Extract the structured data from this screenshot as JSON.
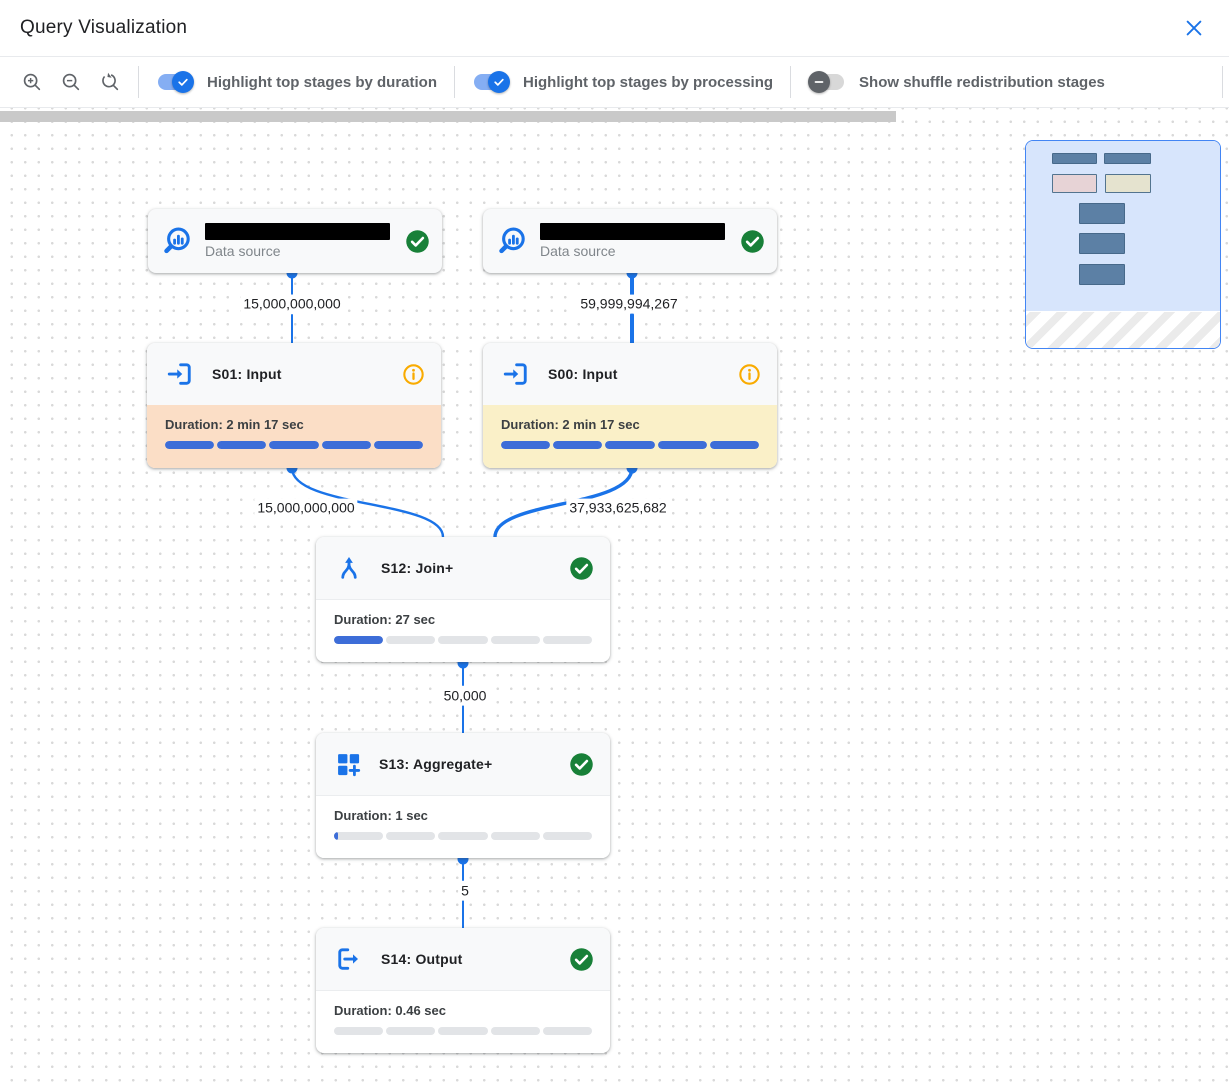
{
  "header": {
    "title": "Query Visualization"
  },
  "toolbar": {
    "zoom_in": "zoom in",
    "zoom_out": "zoom out",
    "zoom_reset": "reset zoom",
    "toggles": [
      {
        "label": "Highlight top stages by duration",
        "state": "on"
      },
      {
        "label": "Highlight top stages by processing",
        "state": "on"
      },
      {
        "label": "Show shuffle redistribution stages",
        "state": "off"
      }
    ]
  },
  "colors": {
    "accent": "#1a73e8",
    "success": "#188038",
    "info_warning": "#f9ab00",
    "progress_fill": "#3d6dd8",
    "duration_highlight": "#fbdec6",
    "processing_highlight": "#faf0c8"
  },
  "graph": {
    "nodes": [
      {
        "id": "ds1",
        "type": "data-source",
        "subtitle": "Data source",
        "name_redacted": true,
        "status": "completed"
      },
      {
        "id": "ds2",
        "type": "data-source",
        "subtitle": "Data source",
        "name_redacted": true,
        "status": "completed"
      },
      {
        "id": "s01",
        "title": "S01: Input",
        "duration": "Duration: 2 min 17 sec",
        "status": "info",
        "progress_segments": [
          100,
          100,
          100,
          100,
          100
        ]
      },
      {
        "id": "s00",
        "title": "S00: Input",
        "duration": "Duration: 2 min 17 sec",
        "status": "info",
        "progress_segments": [
          100,
          100,
          100,
          100,
          100
        ]
      },
      {
        "id": "s12",
        "title": "S12: Join+",
        "duration": "Duration: 27 sec",
        "status": "completed",
        "progress_segments": [
          100,
          0,
          0,
          0,
          0
        ]
      },
      {
        "id": "s13",
        "title": "S13: Aggregate+",
        "duration": "Duration: 1 sec",
        "status": "completed",
        "progress_segments": [
          8,
          0,
          0,
          0,
          0
        ]
      },
      {
        "id": "s14",
        "title": "S14: Output",
        "duration": "Duration: 0.46 sec",
        "status": "completed",
        "progress_segments": [
          0,
          0,
          0,
          0,
          0
        ]
      }
    ],
    "edges": [
      {
        "from": "ds1",
        "to": "s01",
        "label": "15,000,000,000"
      },
      {
        "from": "ds2",
        "to": "s00",
        "label": "59,999,994,267"
      },
      {
        "from": "s01",
        "to": "s12",
        "label": "15,000,000,000"
      },
      {
        "from": "s00",
        "to": "s12",
        "label": "37,933,625,682"
      },
      {
        "from": "s12",
        "to": "s13",
        "label": "50,000"
      },
      {
        "from": "s13",
        "to": "s14",
        "label": "5"
      }
    ]
  }
}
